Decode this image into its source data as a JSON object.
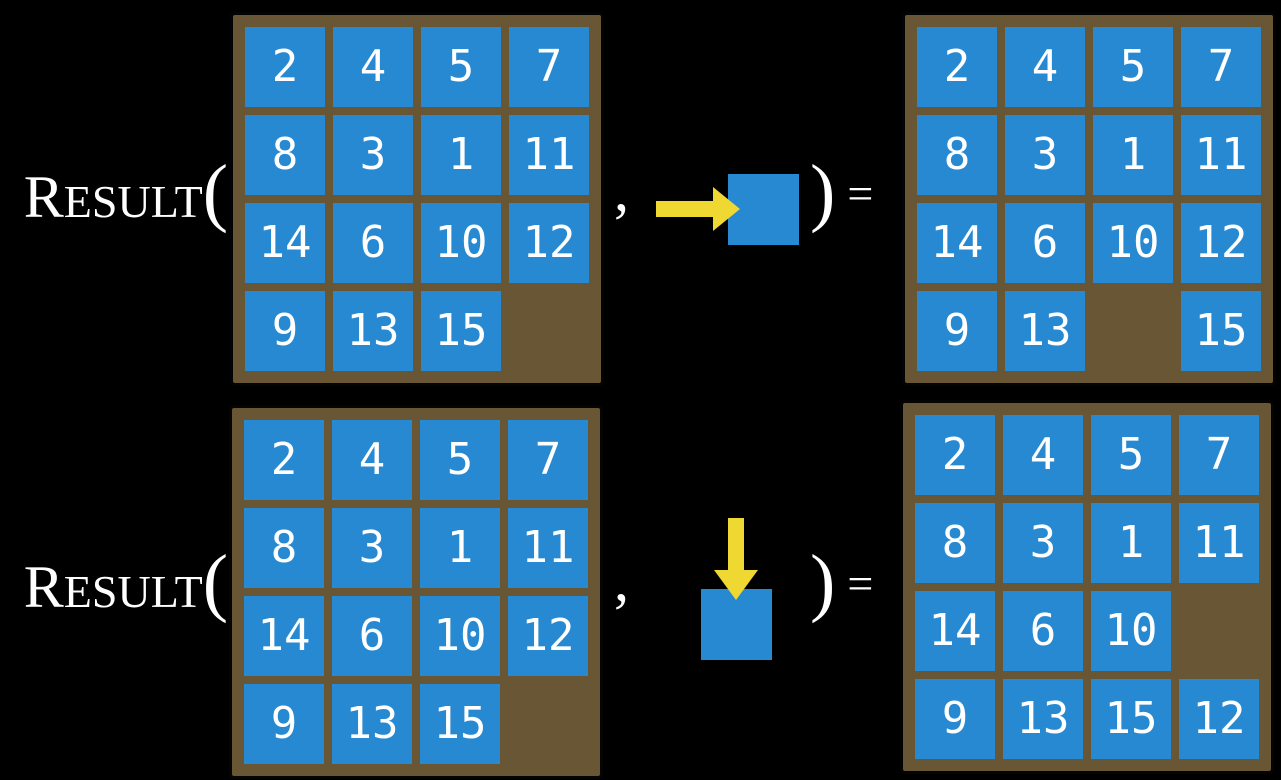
{
  "colors": {
    "tile_blue": "#2689d1",
    "frame_brown": "#685634",
    "arrow_yellow": "#f0d832",
    "text": "#ffffff",
    "background": "#000000"
  },
  "rows": [
    {
      "label": {
        "initial": "R",
        "small_caps": "ESULT",
        "open_paren": "("
      },
      "comma": ",",
      "action": {
        "direction": "right",
        "icon": "right-arrow-icon"
      },
      "closing": {
        "paren": ")",
        "equals": "="
      },
      "input_grid": [
        [
          "2",
          "4",
          "5",
          "7"
        ],
        [
          "8",
          "3",
          "1",
          "11"
        ],
        [
          "14",
          "6",
          "10",
          "12"
        ],
        [
          "9",
          "13",
          "15",
          ""
        ]
      ],
      "output_grid": [
        [
          "2",
          "4",
          "5",
          "7"
        ],
        [
          "8",
          "3",
          "1",
          "11"
        ],
        [
          "14",
          "6",
          "10",
          "12"
        ],
        [
          "9",
          "13",
          "",
          "15"
        ]
      ]
    },
    {
      "label": {
        "initial": "R",
        "small_caps": "ESULT",
        "open_paren": "("
      },
      "comma": ",",
      "action": {
        "direction": "down",
        "icon": "down-arrow-icon"
      },
      "closing": {
        "paren": ")",
        "equals": "="
      },
      "input_grid": [
        [
          "2",
          "4",
          "5",
          "7"
        ],
        [
          "8",
          "3",
          "1",
          "11"
        ],
        [
          "14",
          "6",
          "10",
          "12"
        ],
        [
          "9",
          "13",
          "15",
          ""
        ]
      ],
      "output_grid": [
        [
          "2",
          "4",
          "5",
          "7"
        ],
        [
          "8",
          "3",
          "1",
          "11"
        ],
        [
          "14",
          "6",
          "10",
          ""
        ],
        [
          "9",
          "13",
          "15",
          "12"
        ]
      ]
    }
  ]
}
